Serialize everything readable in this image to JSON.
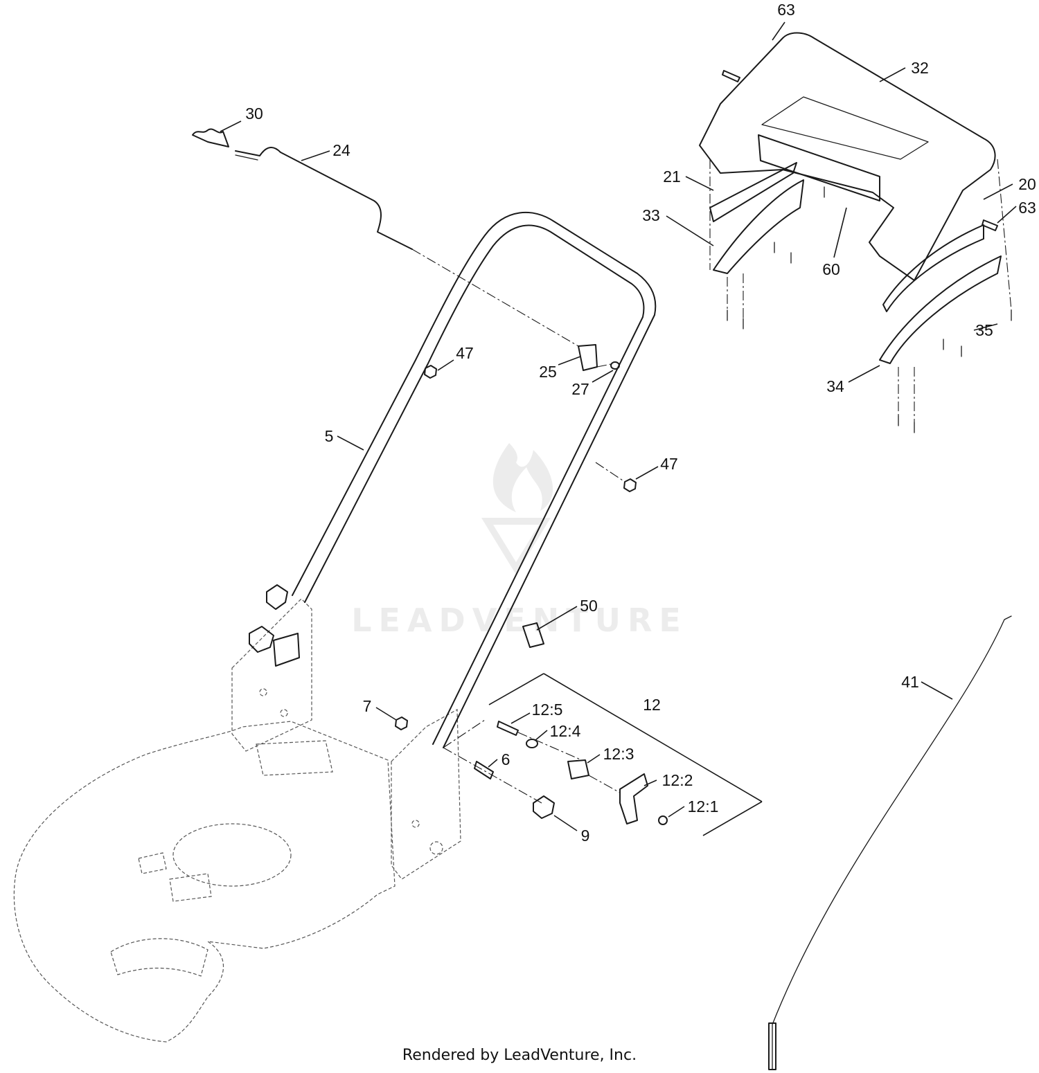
{
  "watermark": {
    "text": "LEADVENTURE",
    "icon": "flame-v-logo"
  },
  "footer": {
    "text": "Rendered by LeadVenture, Inc."
  },
  "callouts": {
    "c63a": "63",
    "c32": "32",
    "c30": "30",
    "c24": "24",
    "c21": "21",
    "c20": "20",
    "c63b": "63",
    "c33": "33",
    "c60": "60",
    "c47a": "47",
    "c25": "25",
    "c27": "27",
    "c35": "35",
    "c34": "34",
    "c5": "5",
    "c47b": "47",
    "c50": "50",
    "c41": "41",
    "c12": "12",
    "c7": "7",
    "c12_5": "12:5",
    "c12_4": "12:4",
    "c12_3": "12:3",
    "c6": "6",
    "c12_2": "12:2",
    "c12_1": "12:1",
    "c9": "9"
  }
}
